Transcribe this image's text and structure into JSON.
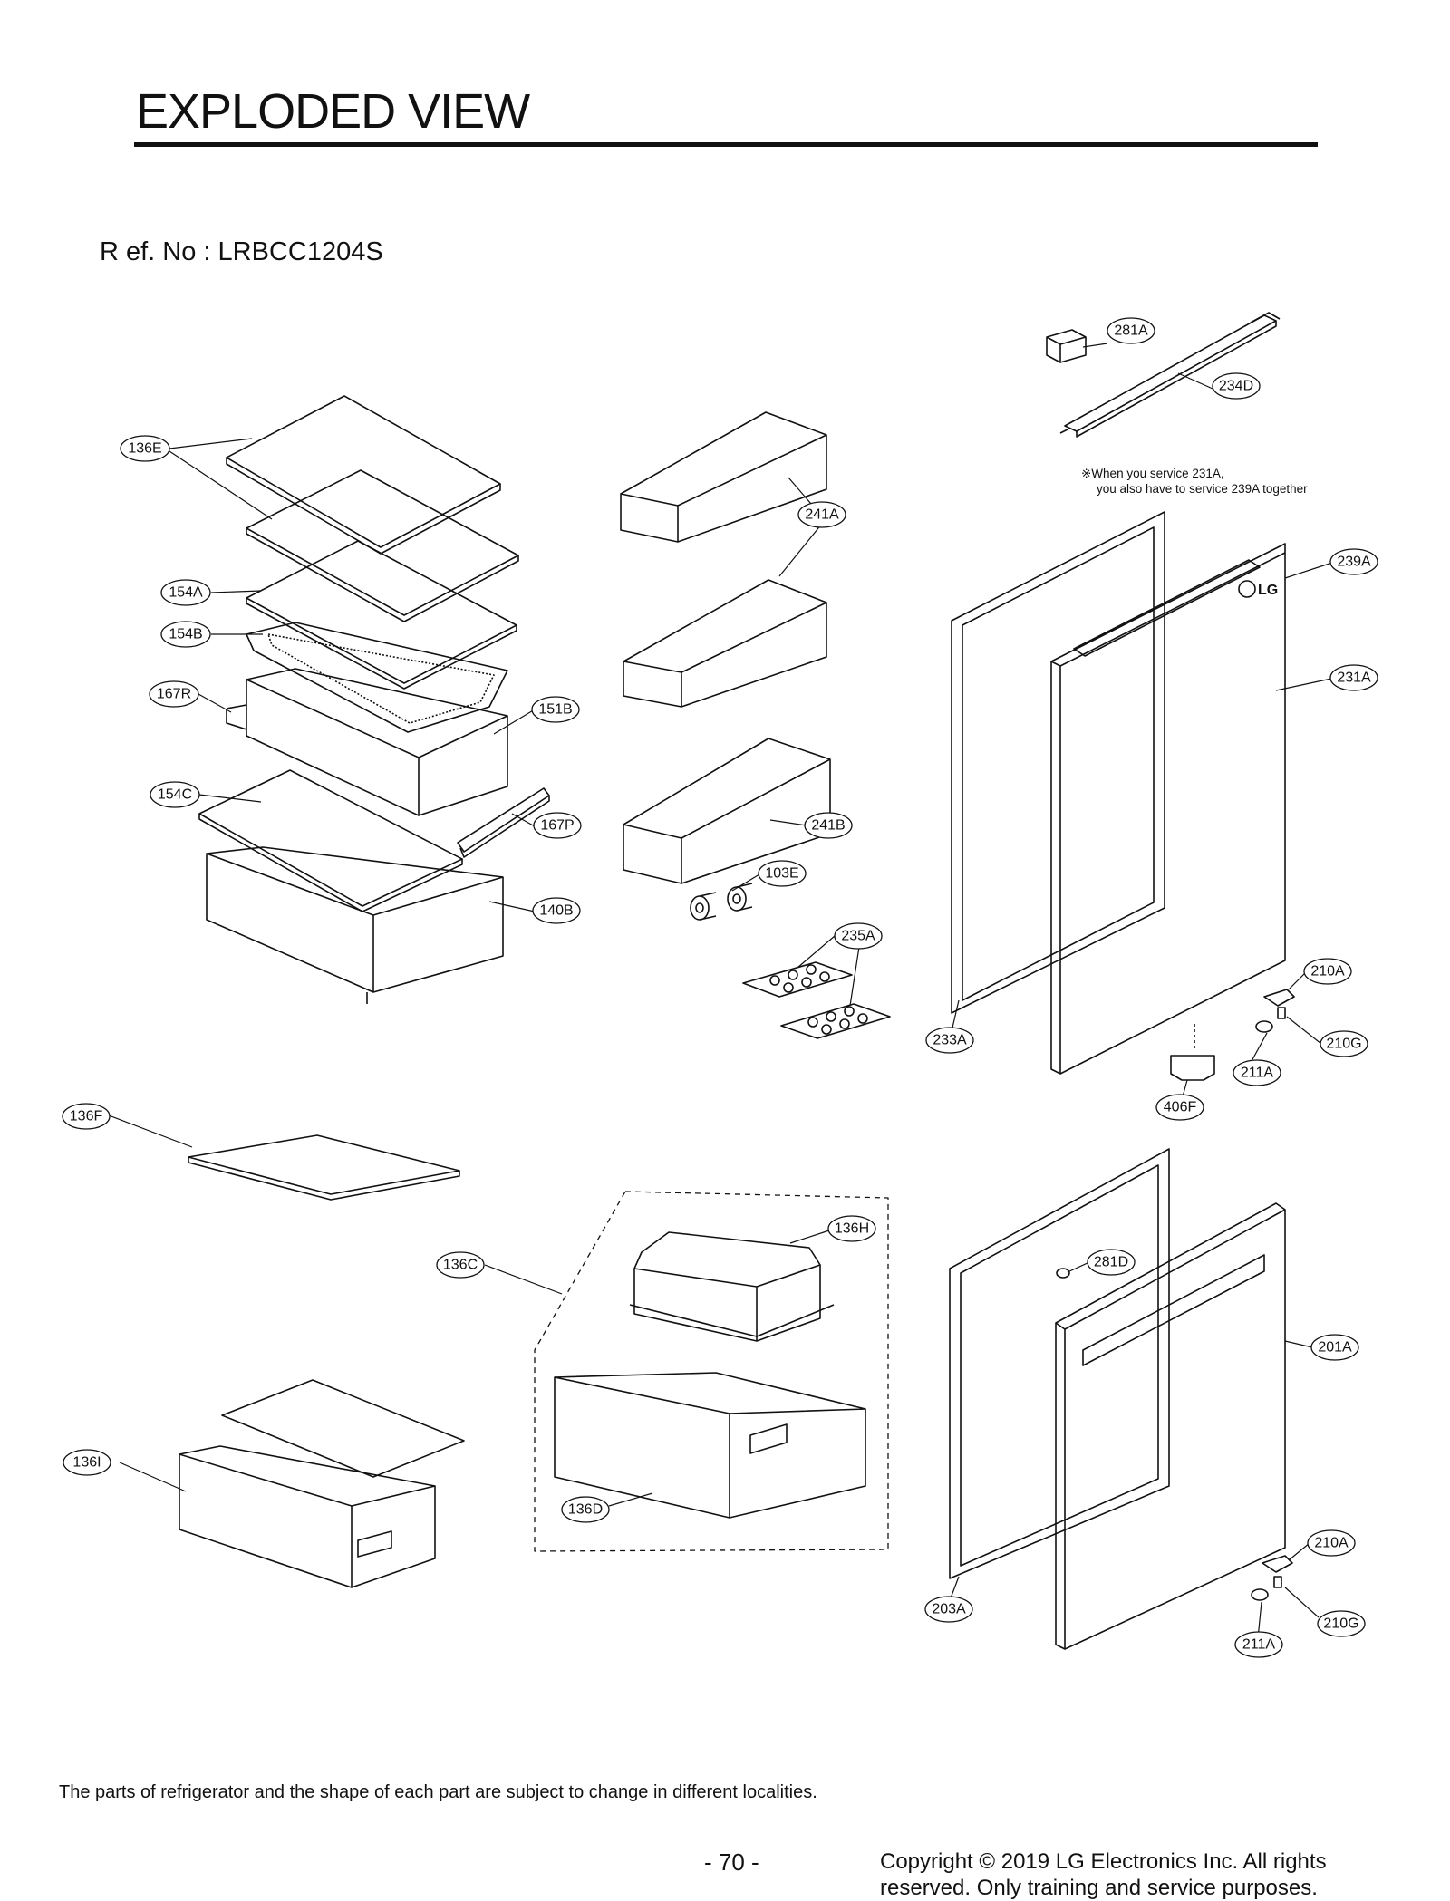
{
  "page": {
    "title": "EXPLODED VIEW",
    "ref_label": "R ef.  No : LRBCC1204S",
    "disclaimer": "The parts of refrigerator and the shape of each part are subject to change in different localities.",
    "page_number": "- 70 -",
    "copyright_line1": "Copyright © 2019 LG Electronics Inc. All rights",
    "copyright_line2": "reserved. Only training and service purposes."
  },
  "diagram": {
    "note_line1": "※When you service 231A,",
    "note_line2": "you also have to service 239A together",
    "door_logo": "LG",
    "callouts": {
      "c281A": "281A",
      "c234D": "234D",
      "c136E": "136E",
      "c241A": "241A",
      "c239A": "239A",
      "c154A": "154A",
      "c154B": "154B",
      "c231A": "231A",
      "c167R": "167R",
      "c151B": "151B",
      "c154C": "154C",
      "c167P": "167P",
      "c241B": "241B",
      "c103E": "103E",
      "c140B": "140B",
      "c235A": "235A",
      "c210A": "210A",
      "c233A": "233A",
      "c210G": "210G",
      "c211A": "211A",
      "c406F": "406F",
      "c136F": "136F",
      "c136H": "136H",
      "c136C": "136C",
      "c281D": "281D",
      "c201A": "201A",
      "c136I": "136I",
      "c136D": "136D",
      "c210A_2": "210A",
      "c203A": "203A",
      "c210G_2": "210G",
      "c211A_2": "211A"
    }
  }
}
